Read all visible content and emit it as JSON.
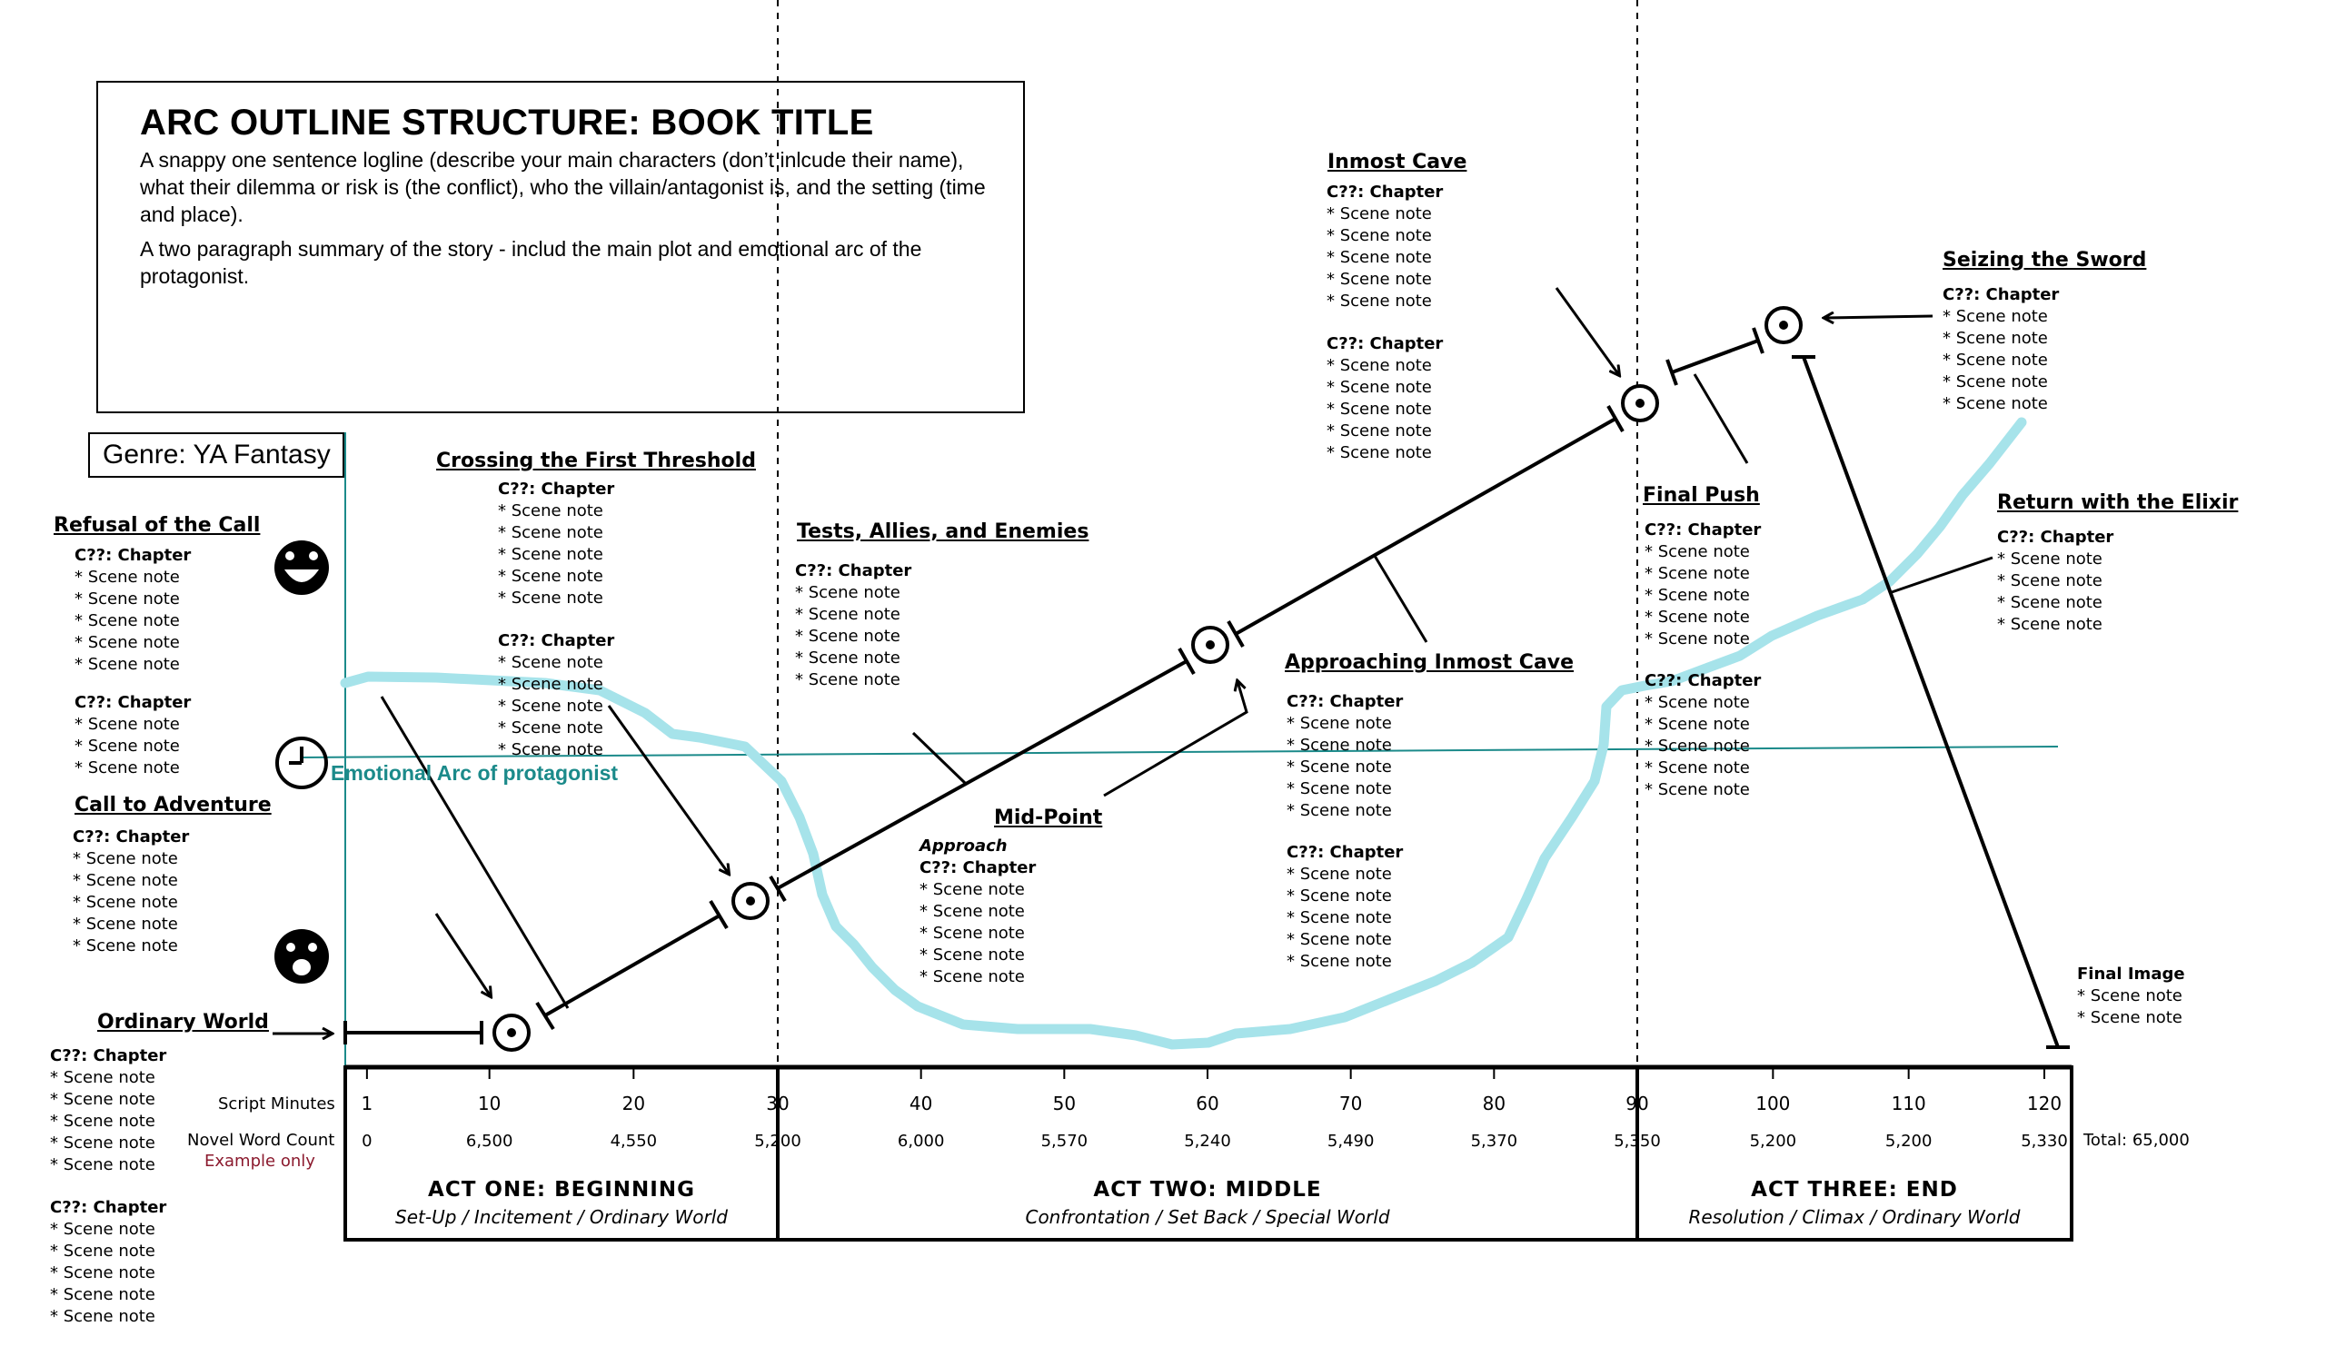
{
  "header": {
    "title": "ARC OUTLINE STRUCTURE: BOOK TITLE",
    "logline": "A snappy one sentence logline (describe your main characters (don’t inlcude their name), what their dilemma or risk is (the conflict), who the villain/antagonist is, and the setting (time and place).",
    "summary": "A two paragraph summary of the story - includ the main plot and emotional arc of the protagonist."
  },
  "genre": "Genre: YA Fantasy",
  "emotional_arc_label": "Emotional Arc of protagonist",
  "icons": [
    "happy-face-icon",
    "clock-icon",
    "sad-face-icon"
  ],
  "colors": {
    "arc": "#a6e3ea",
    "teal": "#1b8a8a",
    "example": "#8b1a2e"
  },
  "stages": {
    "refusal": {
      "title": "Refusal of the Call",
      "b1": {
        "chapter": "C??: Chapter",
        "notes": [
          "* Scene note",
          "* Scene note",
          "* Scene note",
          "* Scene note",
          "* Scene note"
        ]
      },
      "b2": {
        "chapter": "C??: Chapter",
        "notes": [
          "* Scene note",
          "* Scene note",
          "* Scene note"
        ]
      }
    },
    "call": {
      "title": "Call to Adventure",
      "b1": {
        "chapter": "C??: Chapter",
        "notes": [
          "* Scene note",
          "* Scene note",
          "* Scene note",
          "* Scene note",
          "* Scene note"
        ]
      }
    },
    "ordinary": {
      "title": "Ordinary World",
      "b1": {
        "chapter": "C??: Chapter",
        "notes": [
          "* Scene note",
          "* Scene note",
          "* Scene note",
          "* Scene note",
          "* Scene note"
        ]
      },
      "b2": {
        "chapter": "C??: Chapter",
        "notes": [
          "* Scene note",
          "* Scene note",
          "* Scene note",
          "* Scene note",
          "* Scene note"
        ]
      }
    },
    "threshold": {
      "title": "Crossing the First Threshold",
      "b1": {
        "chapter": "C??: Chapter",
        "notes": [
          "* Scene note",
          "* Scene note",
          "* Scene note",
          "* Scene note",
          "* Scene note"
        ]
      },
      "b2": {
        "chapter": "C??: Chapter",
        "notes": [
          "* Scene note",
          "* Scene note",
          "* Scene note",
          "* Scene note",
          "* Scene note"
        ]
      }
    },
    "tests": {
      "title": "Tests, Allies, and Enemies",
      "b1": {
        "chapter": "C??: Chapter",
        "notes": [
          "* Scene note",
          "* Scene note",
          "* Scene note",
          "* Scene note",
          "* Scene note"
        ]
      }
    },
    "midpoint": {
      "title": "Mid-Point",
      "b1": {
        "subtitle": "Approach",
        "chapter": "C??: Chapter",
        "notes": [
          "* Scene note",
          "* Scene note",
          "* Scene note",
          "* Scene note",
          "* Scene note"
        ]
      }
    },
    "approaching": {
      "title": "Approaching Inmost Cave",
      "b1": {
        "chapter": "C??: Chapter",
        "notes": [
          "* Scene note",
          "* Scene note",
          "* Scene note",
          "* Scene note",
          "* Scene note"
        ]
      },
      "b2": {
        "chapter": "C??: Chapter",
        "notes": [
          "* Scene note",
          "* Scene note",
          "* Scene note",
          "* Scene note",
          "* Scene note"
        ]
      }
    },
    "inmost": {
      "title": "Inmost Cave",
      "b1": {
        "chapter": "C??: Chapter",
        "notes": [
          "* Scene note",
          "* Scene note",
          "* Scene note",
          "* Scene note",
          "* Scene note"
        ]
      },
      "b2": {
        "chapter": "C??: Chapter",
        "notes": [
          "* Scene note",
          "* Scene note",
          "* Scene note",
          "* Scene note",
          "* Scene note"
        ]
      }
    },
    "finalpush": {
      "title": "Final Push",
      "b1": {
        "chapter": "C??: Chapter",
        "notes": [
          "* Scene note",
          "* Scene note",
          "* Scene note",
          "* Scene note",
          "* Scene note"
        ]
      },
      "b2": {
        "chapter": "C??: Chapter",
        "notes": [
          "* Scene note",
          "* Scene note",
          "* Scene note",
          "* Scene note",
          "* Scene note"
        ]
      }
    },
    "seizing": {
      "title": "Seizing the Sword",
      "b1": {
        "chapter": "C??: Chapter",
        "notes": [
          "* Scene note",
          "* Scene note",
          "* Scene note",
          "* Scene note",
          "* Scene note"
        ]
      }
    },
    "elixir": {
      "title": "Return with the Elixir",
      "b1": {
        "chapter": "C??: Chapter",
        "notes": [
          "* Scene note",
          "* Scene note",
          "* Scene note",
          "* Scene note"
        ]
      }
    },
    "finalimage": {
      "b1": {
        "chapter": "Final Image",
        "notes": [
          "* Scene note",
          "* Scene note"
        ]
      }
    }
  },
  "axis": {
    "script_minutes_label": "Script Minutes",
    "novel_word_count_label": "Novel Word Count",
    "example_label": "Example only",
    "ticks": [
      {
        "minute": 1,
        "label": "1"
      },
      {
        "minute": 10,
        "label": "10"
      },
      {
        "minute": 20,
        "label": "20"
      },
      {
        "minute": 30,
        "label": "30"
      },
      {
        "minute": 40,
        "label": "40"
      },
      {
        "minute": 50,
        "label": "50"
      },
      {
        "minute": 60,
        "label": "60"
      },
      {
        "minute": 70,
        "label": "70"
      },
      {
        "minute": 80,
        "label": "80"
      },
      {
        "minute": 90,
        "label": "90"
      },
      {
        "minute": 100,
        "label": "100"
      },
      {
        "minute": 110,
        "label": "110"
      },
      {
        "minute": 120,
        "label": "120"
      }
    ],
    "word_counts": [
      {
        "minute": 1,
        "label": "0"
      },
      {
        "minute": 10,
        "label": "6,500"
      },
      {
        "minute": 20,
        "label": "4,550"
      },
      {
        "minute": 30,
        "label": "5,200"
      },
      {
        "minute": 40,
        "label": "6,000"
      },
      {
        "minute": 50,
        "label": "5,570"
      },
      {
        "minute": 60,
        "label": "5,240"
      },
      {
        "minute": 70,
        "label": "5,490"
      },
      {
        "minute": 80,
        "label": "5,370"
      },
      {
        "minute": 90,
        "label": "5,350"
      },
      {
        "minute": 100,
        "label": "5,200"
      },
      {
        "minute": 110,
        "label": "5,200"
      },
      {
        "minute": 120,
        "label": "5,330"
      }
    ],
    "total": "Total: 65,000"
  },
  "acts": [
    {
      "title": "ACT ONE: BEGINNING",
      "subtitle": "Set-Up / Incitement / Ordinary World"
    },
    {
      "title": "ACT TWO: MIDDLE",
      "subtitle": "Confrontation / Set Back / Special World"
    },
    {
      "title": "ACT THREE: END",
      "subtitle": "Resolution / Climax / Ordinary World"
    }
  ]
}
